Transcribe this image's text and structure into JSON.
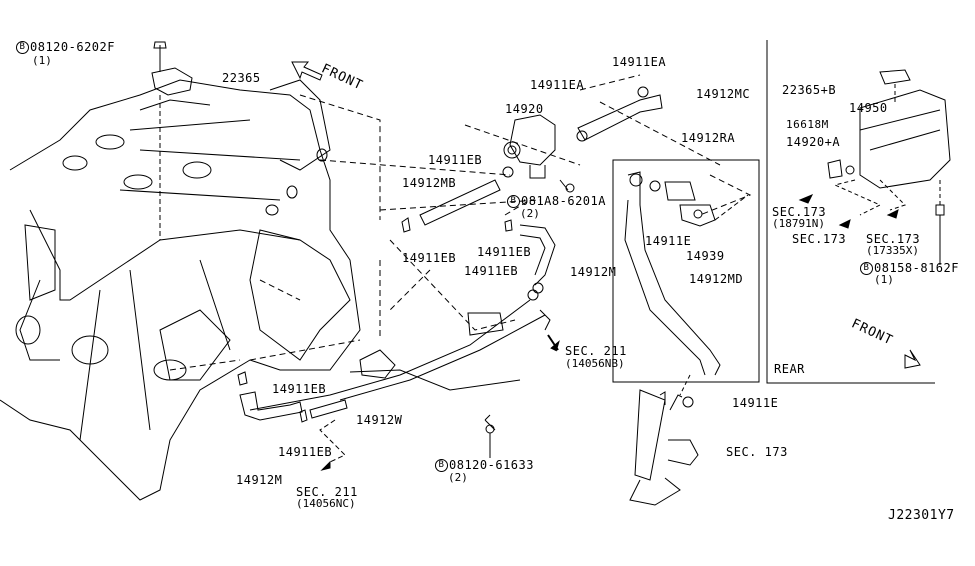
{
  "diagram": {
    "id_code": "J22301Y7",
    "front_label": "FRONT",
    "rear_label": "REAR",
    "callouts": {
      "bolt_top": {
        "prefix": "B",
        "part": "08120-6202F",
        "qty": "(1)"
      },
      "p22365": "22365",
      "p14911EA_a": "14911EA",
      "p14911EA_b": "14911EA",
      "p14912MC": "14912MC",
      "p14920": "14920",
      "p14912RA": "14912RA",
      "p14911EB_a": "14911EB",
      "p14912MB": "14912MB",
      "bolt_mid": {
        "prefix": "B",
        "part": "081A8-6201A",
        "qty": "(2)"
      },
      "p14911EB_b": "14911EB",
      "p14911EB_c": "14911EB",
      "p14911EB_d": "14911EB",
      "p14912M_a": "14912M",
      "p14911E_a": "14911E",
      "p14939": "14939",
      "p14912MD": "14912MD",
      "sec211_nb": {
        "sec": "SEC. 211",
        "ref": "(14056NB)"
      },
      "p14911EB_e": "14911EB",
      "p14911EB_f": "14911EB",
      "p14912W": "14912W",
      "p14912M_b": "14912M",
      "bolt_low": {
        "prefix": "B",
        "part": "08120-61633",
        "qty": "(2)"
      },
      "sec211_nc": {
        "sec": "SEC. 211",
        "ref": "(14056NC)"
      },
      "p14911E_b": "14911E",
      "sec173_filter": "SEC. 173"
    },
    "inset": {
      "p22365B": "22365+B",
      "p14950": "14950",
      "p16618M": "16618M",
      "p14920A": "14920+A",
      "sec173_a": {
        "sec": "SEC.173",
        "ref": "(18791N)"
      },
      "sec173_b": "SEC.173",
      "sec173_c": {
        "sec": "SEC.173",
        "ref": "(17335X)"
      },
      "bolt_inset": {
        "prefix": "B",
        "part": "08158-8162F",
        "qty": "(1)"
      }
    }
  }
}
